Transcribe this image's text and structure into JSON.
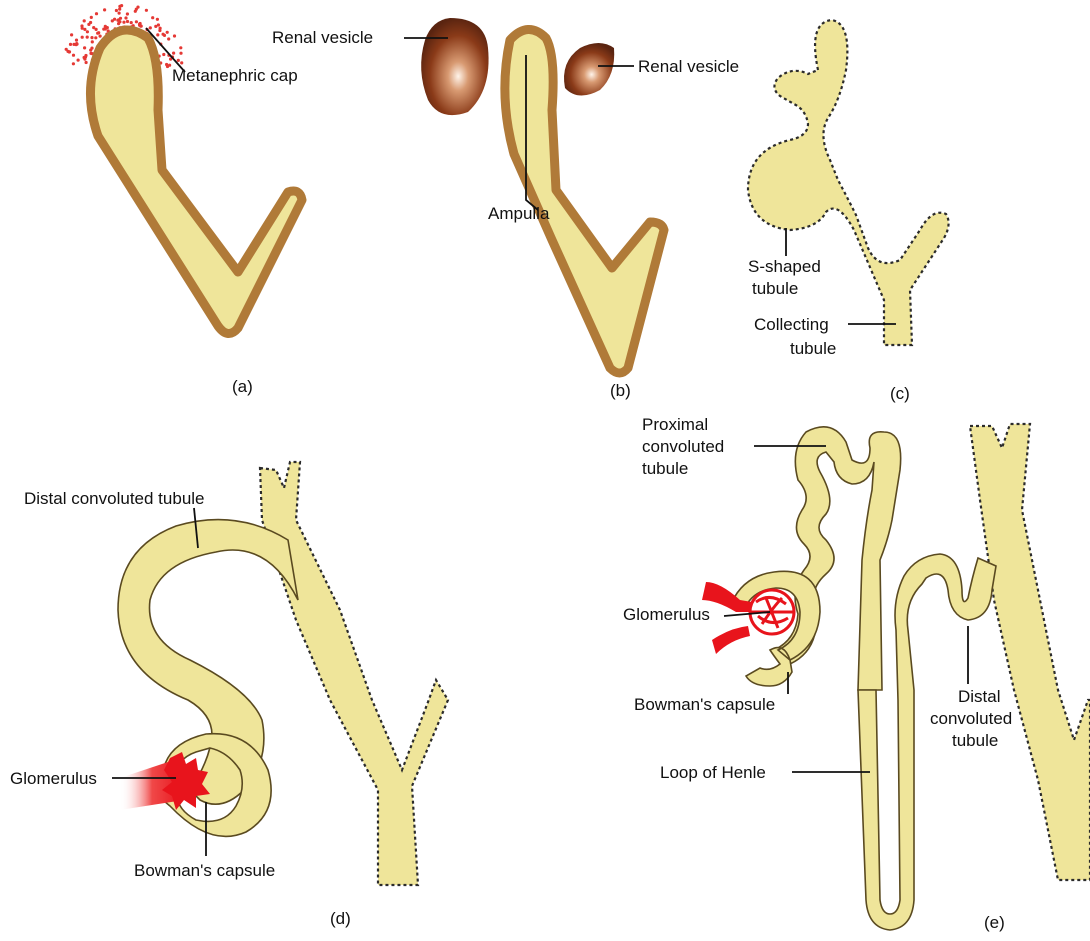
{
  "colors": {
    "tube": "#efe59a",
    "tube_edge": "#5a4a20",
    "brown_wall": "#b07a38",
    "vesicle_dark": "#6b2e12",
    "vesicle_light": "#fff4ea",
    "blood_red": "#e8141c",
    "cap_dots": "#e53935"
  },
  "panels": {
    "a": {
      "letter": "(a)",
      "metanephric_cap": "Metanephric cap"
    },
    "b": {
      "letter": "(b)",
      "renal_vesicle_left": "Renal vesicle",
      "renal_vesicle_right": "Renal vesicle",
      "ampulla": "Ampulla"
    },
    "c": {
      "letter": "(c)",
      "s_shaped_1": "S-shaped",
      "s_shaped_2": "tubule",
      "collecting_1": "Collecting",
      "collecting_2": "tubule"
    },
    "d": {
      "letter": "(d)",
      "distal": "Distal convoluted tubule",
      "glomerulus": "Glomerulus",
      "bowman": "Bowman's capsule"
    },
    "e": {
      "letter": "(e)",
      "proximal_1": "Proximal",
      "proximal_2": "convoluted",
      "proximal_3": "tubule",
      "glomerulus": "Glomerulus",
      "bowman": "Bowman's capsule",
      "distal_1": "Distal",
      "distal_2": "convoluted",
      "distal_3": "tubule",
      "loop": "Loop of Henle"
    }
  }
}
